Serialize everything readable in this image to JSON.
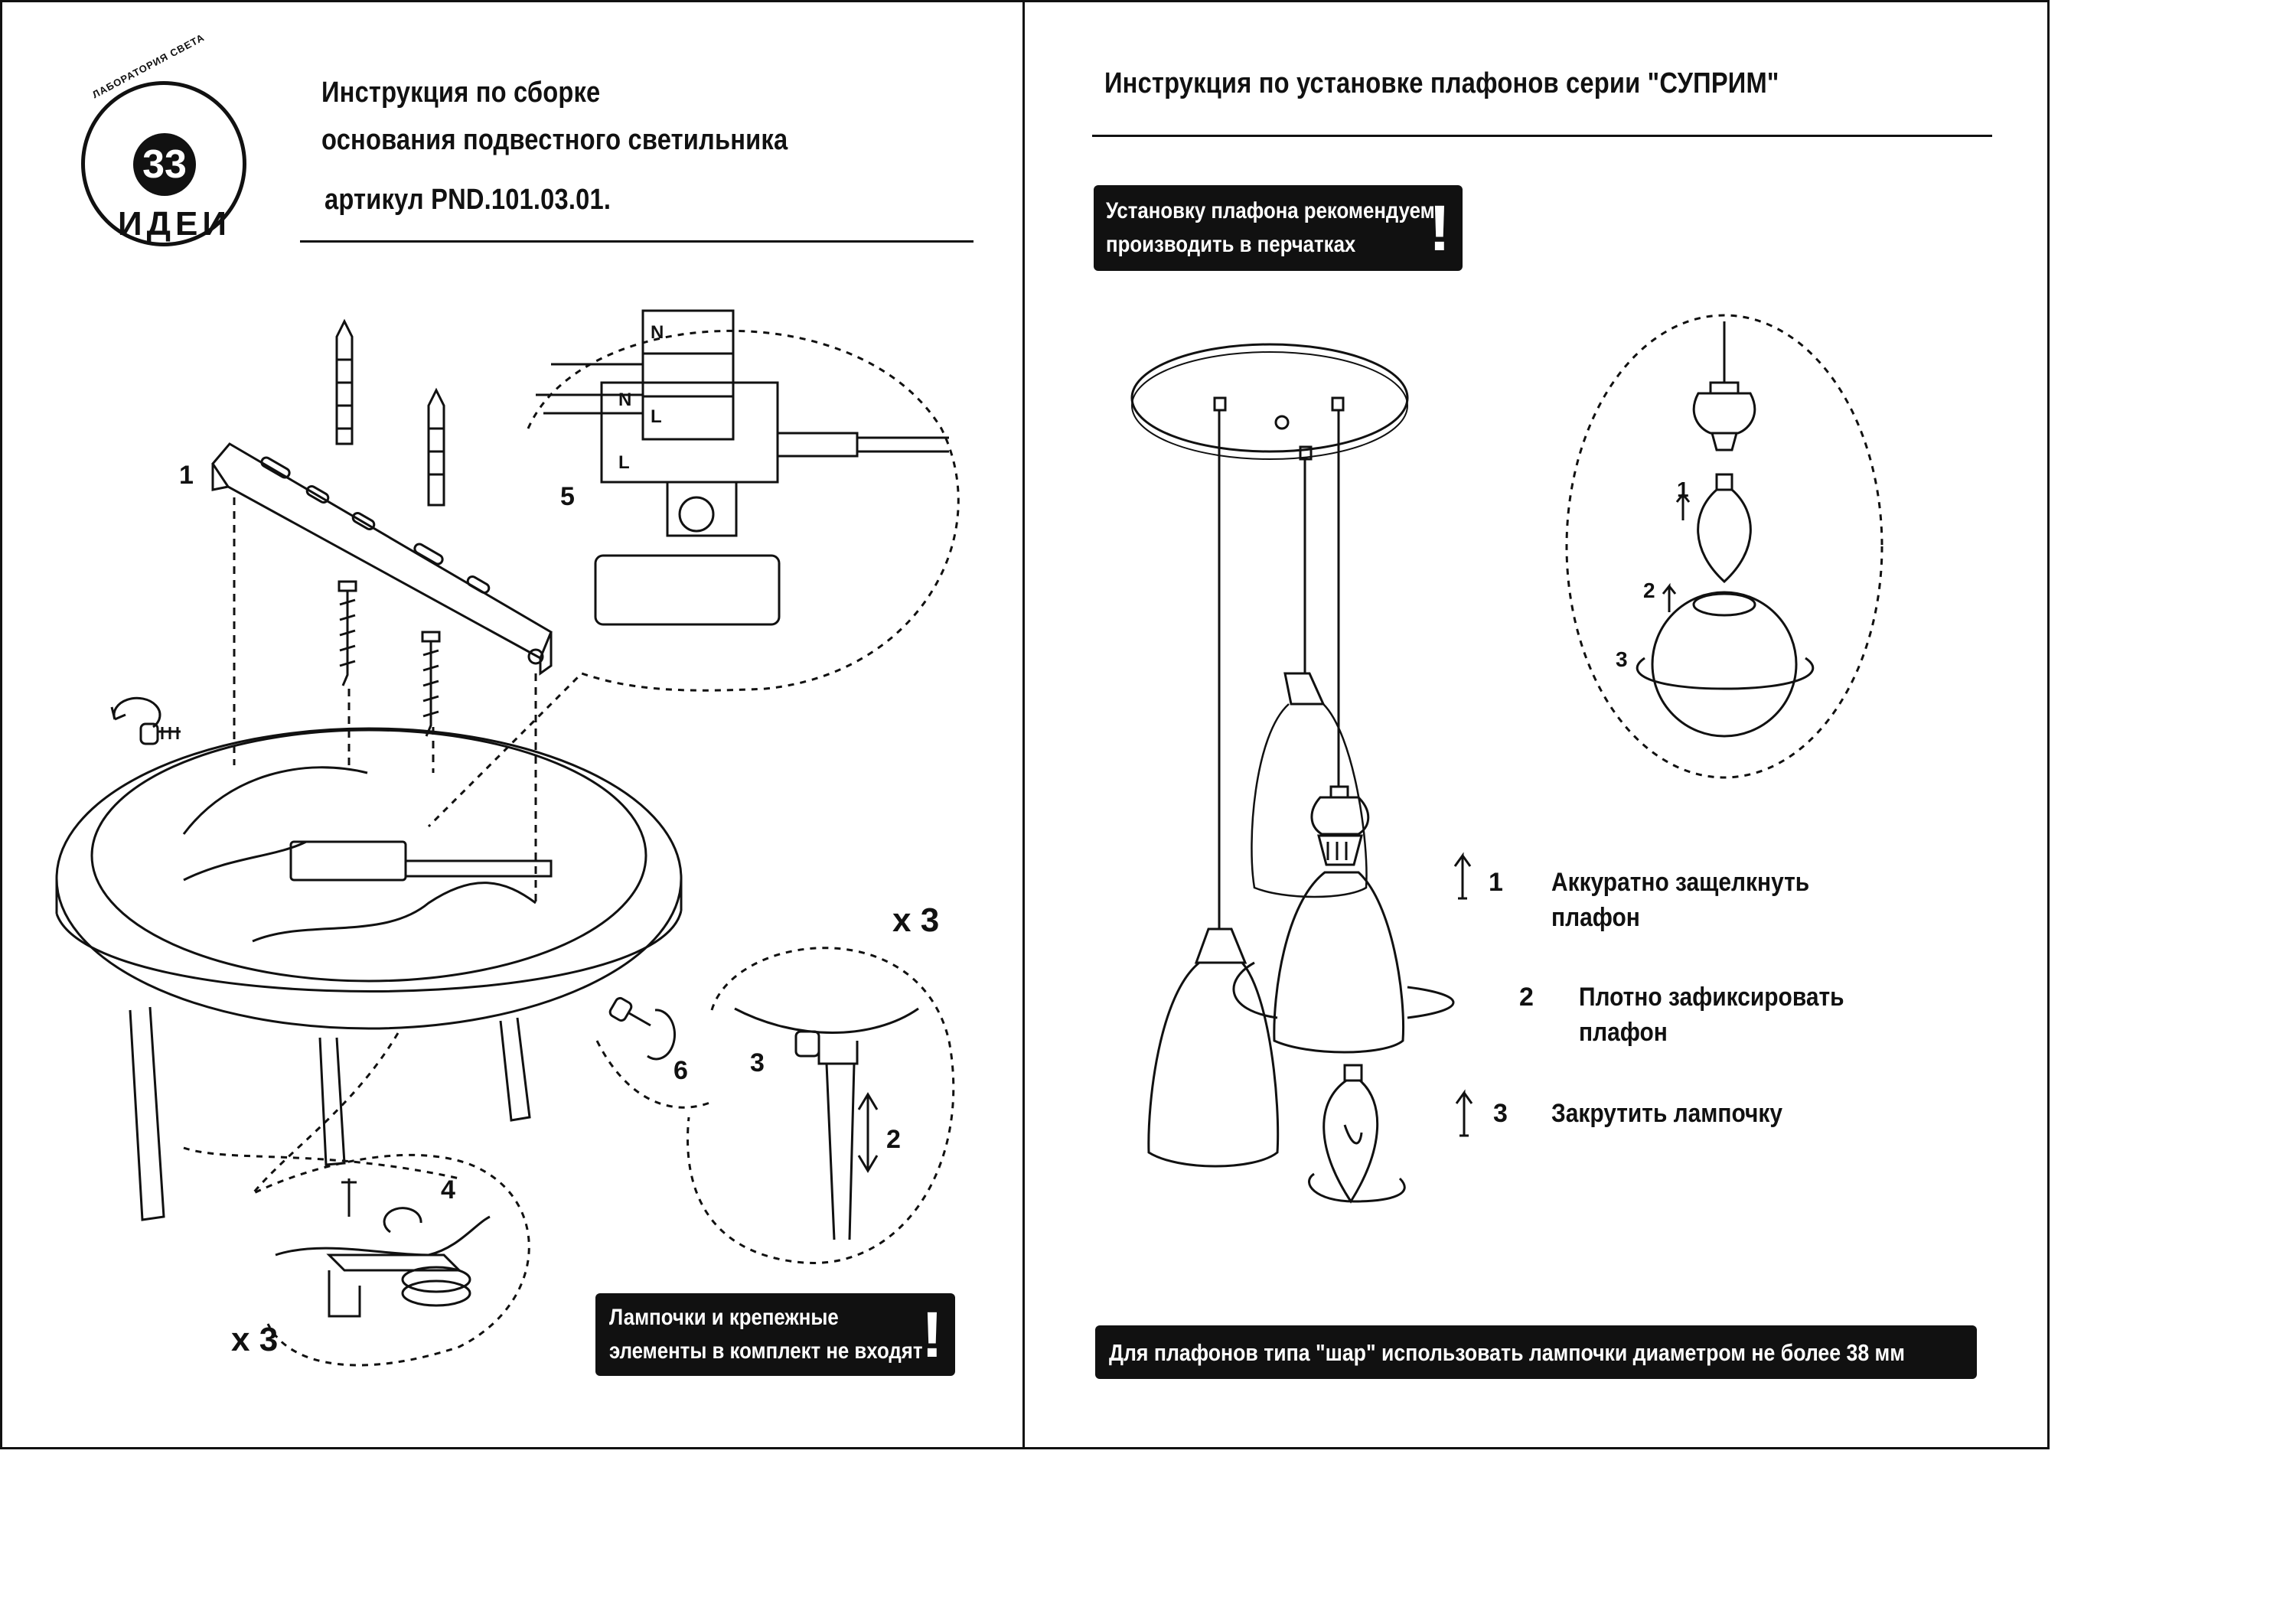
{
  "logo": {
    "top_text": "ЛАБОРАТОРИЯ СВЕТА",
    "number": "33",
    "bottom_text": "ИДЕИ"
  },
  "left_page": {
    "title_line1": "Инструкция по сборке",
    "title_line2": "основания подвестного светильника",
    "title_line3": "артикул PND.101.03.01.",
    "step_labels": [
      "1",
      "2",
      "3",
      "4",
      "5",
      "6"
    ],
    "mult_top": "x 3",
    "mult_bottom": "x 3",
    "terminal_labels": [
      "N",
      "L",
      "N",
      "L"
    ],
    "notice": {
      "line1": "Лампочки  и крепежные",
      "line2": "элементы в комплект не входят",
      "mark": "!"
    }
  },
  "right_page": {
    "title": "Инструкция по установке плафонов серии  \"СУПРИМ\"",
    "glove_notice": {
      "line1": "Установку плафона рекомендуем",
      "line2": "производить в перчатках",
      "mark": "!"
    },
    "sphere_steps": [
      "1",
      "2",
      "3"
    ],
    "steps": [
      {
        "number": "1",
        "text_line1": "Аккуратно защелкнуть",
        "text_line2": "плафон"
      },
      {
        "number": "2",
        "text_line1": "Плотно зафиксировать",
        "text_line2": "плафон"
      },
      {
        "number": "3",
        "text_line1": "Закрутить лампочку",
        "text_line2": ""
      }
    ],
    "bottom_notice": "Для плафонов типа \"шар\" использовать лампочки диаметром не более 38 мм"
  }
}
